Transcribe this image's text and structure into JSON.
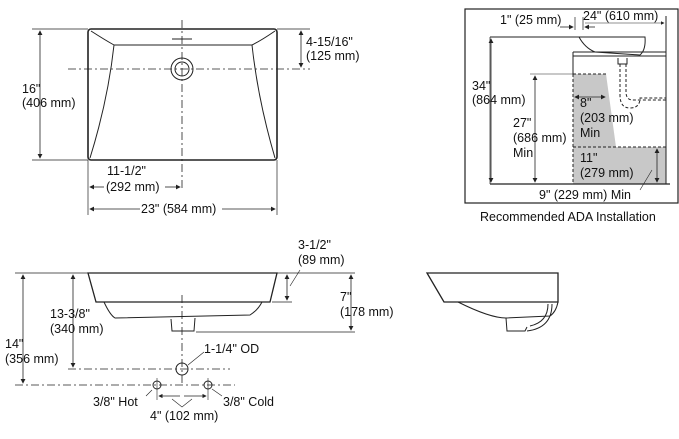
{
  "top_view": {
    "height_in": "16\"",
    "height_mm": "(406 mm)",
    "drain_offset_in": "4-15/16\"",
    "drain_offset_mm": "(125 mm)",
    "half_width_in": "11-1/2\"",
    "half_width_mm": "(292 mm)",
    "width": "23\" (584 mm)"
  },
  "ada": {
    "overhang": "1\" (25 mm)",
    "depth": "24\" (610 mm)",
    "rim_height_in": "34\"",
    "rim_height_mm": "(864 mm)",
    "knee_height_in": "27\"",
    "knee_height_mm": "(686 mm)",
    "knee_height_min": "Min",
    "knee_depth_in": "8\"",
    "knee_depth_mm": "(203 mm)",
    "knee_depth_min": "Min",
    "toe_height_in": "11\"",
    "toe_height_mm": "(279 mm)",
    "toe_depth": "9\" (229 mm) Min",
    "caption": "Recommended ADA Installation"
  },
  "front_view": {
    "rim_depth_in": "3-1/2\"",
    "rim_depth_mm": "(89 mm)",
    "bowl_depth_in": "7\"",
    "bowl_depth_mm": "(178 mm)",
    "drain_height_in": "13-3/8\"",
    "drain_height_mm": "(340 mm)",
    "supply_height_in": "14\"",
    "supply_height_mm": "(356 mm)",
    "drain_size": "1-1/4\" OD",
    "hot": "3/8\" Hot",
    "cold": "3/8\" Cold",
    "supply_spacing": "4\" (102 mm)"
  }
}
